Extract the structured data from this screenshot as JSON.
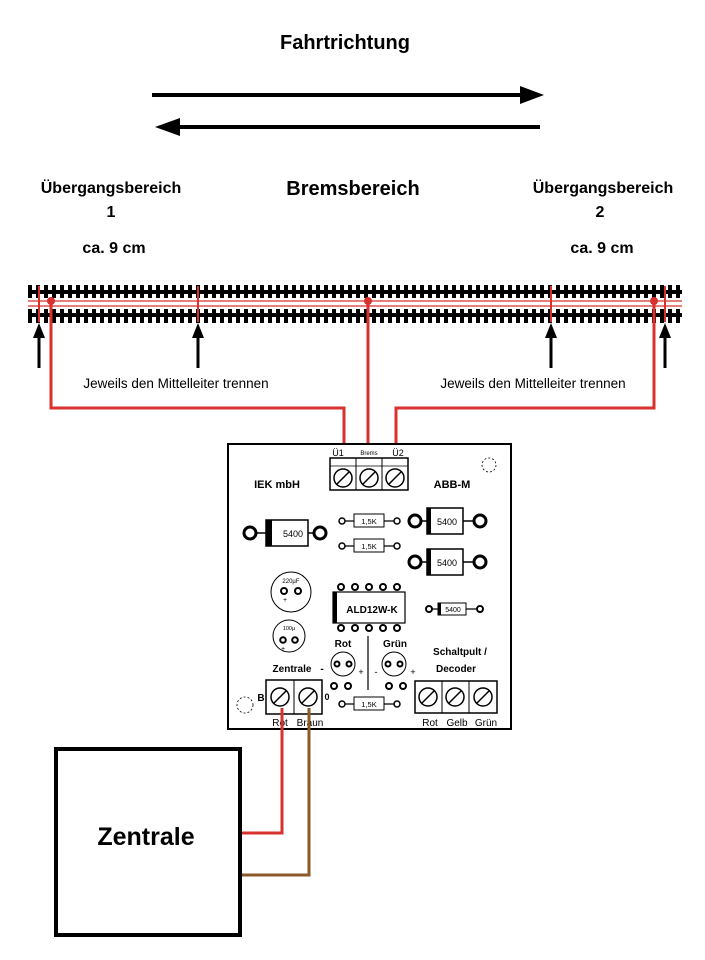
{
  "title": "Fahrtrichtung",
  "zones": {
    "left_transition": "Übergangsbereich",
    "left_number": "1",
    "left_length": "ca. 9 cm",
    "brake": "Bremsbereich",
    "right_transition": "Übergangsbereich",
    "right_number": "2",
    "right_length": "ca. 9 cm"
  },
  "cut_note_left": "Jeweils den Mittelleiter trennen",
  "cut_note_right": "Jeweils den Mittelleiter trennen",
  "board": {
    "maker": "IEK mbH",
    "model": "ABB-M",
    "top_terminal_labels": [
      "Ü1",
      "Brems",
      "Ü2"
    ],
    "diode1": "5400",
    "diode2": "5400",
    "diode3": "5400",
    "diode4": "5400",
    "resistor1": "1,5K",
    "resistor2": "1,5K",
    "resistor3": "1,5K",
    "cap1": "220µF",
    "cap2": "100µ",
    "relay": "ALD12W-K",
    "led_rot": "Rot",
    "led_gruen": "Grün",
    "schaltpult_line1": "Schaltpult /",
    "schaltpult_line2": "Decoder",
    "zentrale_label": "Zentrale",
    "term_b": "B",
    "term_0": "0",
    "bottom_left_labels": [
      "Rot",
      "Braun"
    ],
    "bottom_right_labels": [
      "Rot",
      "Gelb",
      "Grün"
    ],
    "plus": "+",
    "minus": "-"
  },
  "zentrale_box": "Zentrale",
  "colors": {
    "red_wire": "#d8322f",
    "brown_wire": "#8a5a2b",
    "track": "#000000"
  }
}
